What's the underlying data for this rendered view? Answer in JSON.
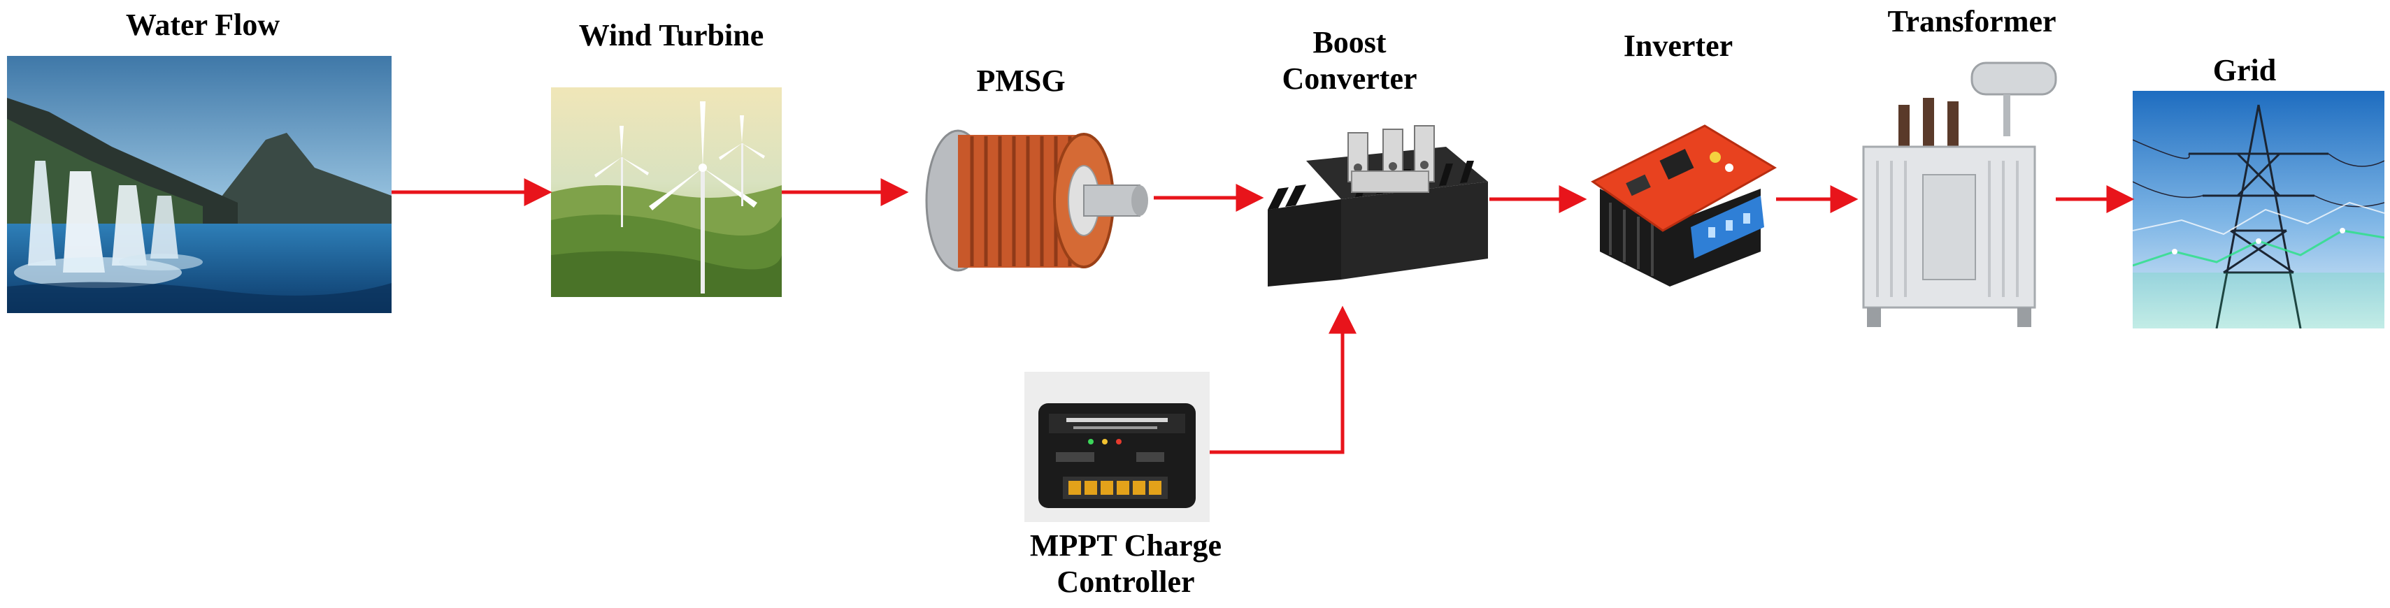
{
  "diagram": {
    "nodes": {
      "water_flow": {
        "label": "Water Flow"
      },
      "wind_turbine": {
        "label": "Wind Turbine"
      },
      "pmsg": {
        "label": "PMSG"
      },
      "boost_converter": {
        "label_line1": "Boost",
        "label_line2": "Converter"
      },
      "inverter": {
        "label": "Inverter"
      },
      "transformer": {
        "label": "Transformer"
      },
      "grid": {
        "label": "Grid"
      },
      "mppt": {
        "label_line1": "MPPT Charge",
        "label_line2": "Controller"
      }
    },
    "edges": [
      {
        "from": "Water Flow",
        "to": "Wind Turbine"
      },
      {
        "from": "Wind Turbine",
        "to": "PMSG"
      },
      {
        "from": "PMSG",
        "to": "Boost Converter"
      },
      {
        "from": "Boost Converter",
        "to": "Inverter"
      },
      {
        "from": "Inverter",
        "to": "Transformer"
      },
      {
        "from": "Transformer",
        "to": "Grid"
      },
      {
        "from": "MPPT Charge Controller",
        "to": "Boost Converter"
      }
    ],
    "colors": {
      "arrow": "#e8141b",
      "label": "#000000"
    }
  }
}
